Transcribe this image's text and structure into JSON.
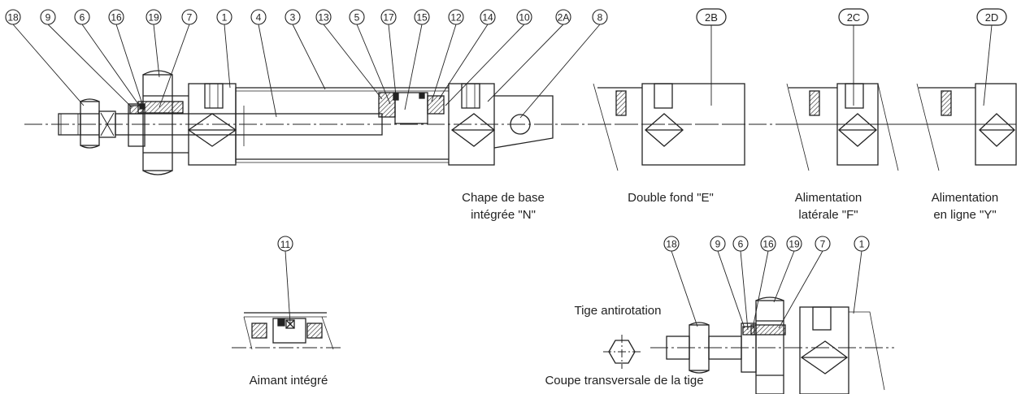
{
  "main_assembly": {
    "callouts": [
      "18",
      "9",
      "6",
      "16",
      "19",
      "7",
      "1",
      "4",
      "3",
      "13",
      "5",
      "17",
      "15",
      "12",
      "14",
      "10",
      "2A",
      "8"
    ]
  },
  "variants": [
    {
      "id": "2B",
      "caption_line1": "Double fond \"E\"",
      "caption_line2": ""
    },
    {
      "id": "2C",
      "caption_line1": "Alimentation",
      "caption_line2": "latérale \"F\""
    },
    {
      "id": "2D",
      "caption_line1": "Alimentation",
      "caption_line2": "en ligne \"Y\""
    }
  ],
  "base_caption": {
    "line1": "Chape de base",
    "line2": "intégrée \"N\""
  },
  "magnet": {
    "callout": "11",
    "caption": "Aimant intégré"
  },
  "antirotation": {
    "title": "Tige antirotation",
    "section_caption": "Coupe transversale de la tige",
    "callouts": [
      "18",
      "9",
      "6",
      "16",
      "19",
      "7",
      "1"
    ]
  },
  "colors": {
    "line": "#222222",
    "centerline": "#333333",
    "hatch": "#222222"
  }
}
